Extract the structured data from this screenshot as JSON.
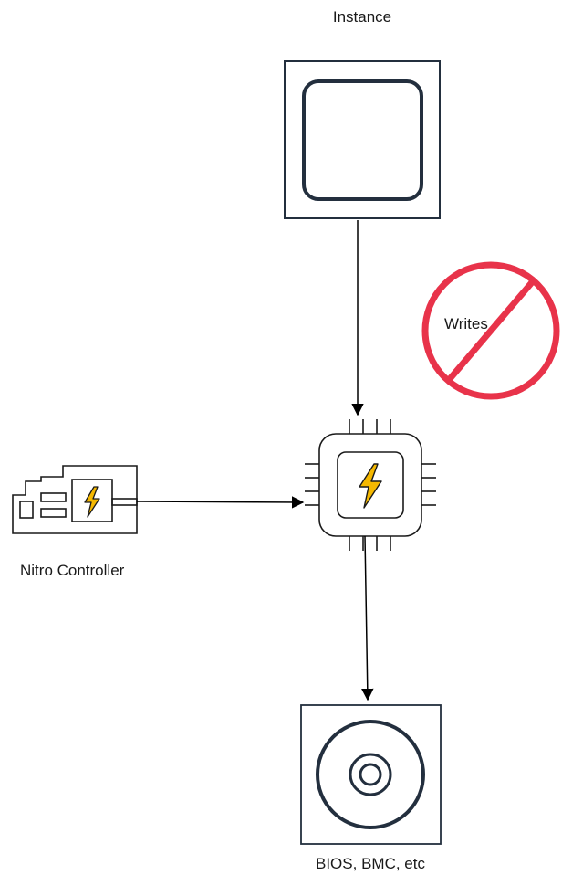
{
  "diagram": {
    "instance_label": "Instance",
    "controller_label": "Nitro Controller",
    "firmware_label": "BIOS, BMC, etc",
    "prohibited_label": "Writes"
  },
  "colors": {
    "stroke": "#232f3e",
    "arrow": "#000000",
    "prohibited": "#e8334a",
    "bolt_fill": "#f5b800",
    "bolt_stroke": "#1a1a1a"
  },
  "icons": {
    "instance": "instance-icon",
    "chip": "nitro-chip-icon",
    "controller": "nitro-controller-card-icon",
    "firmware": "firmware-disk-icon",
    "prohibited": "prohibited-icon"
  }
}
